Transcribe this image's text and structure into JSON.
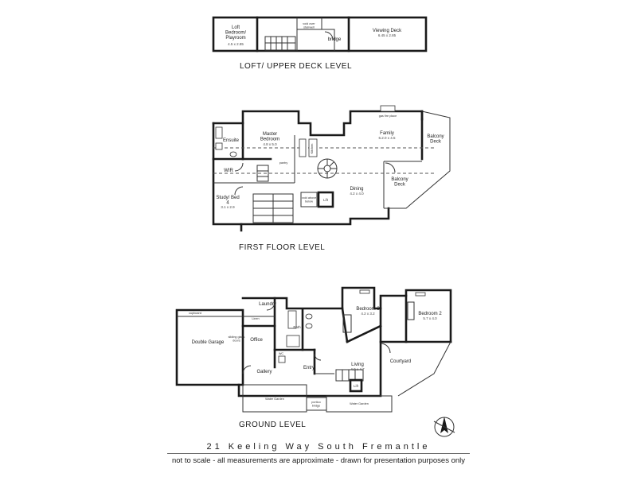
{
  "levels": {
    "loft": "LOFT/ UPPER DECK LEVEL",
    "first": "FIRST FLOOR LEVEL",
    "ground": "GROUND LEVEL"
  },
  "loft_rooms": {
    "loft_bedroom": "Loft Bedroom/ Playroom",
    "loft_bedroom_dim": "4.5 x 2.85",
    "storage": "void over stairwell",
    "bridge": "bridge",
    "viewing_deck": "Viewing Deck",
    "viewing_deck_dim": "6.45 x 2.85"
  },
  "first_rooms": {
    "ensuite": "Ensuite",
    "master": "Master Bedroom",
    "master_dim": "4.8 x 5.0",
    "kitchen": "Kitchen",
    "family": "Family",
    "family_dim": "6.2.0 x 4.5",
    "gas_fire": "gas fire place",
    "balcony_deck_1": "Balcony Deck",
    "wir": "WIR",
    "study": "Study/ Bed 4",
    "study_dim": "3.1 x 2.9",
    "dining": "Dining",
    "dining_dim": "4.2 x 4.0",
    "balcony_deck_2": "Balcony Deck",
    "lift": "Lift",
    "void": "void above below",
    "pantry": "pantry"
  },
  "ground_rooms": {
    "laundry": "Laundry",
    "cupboard": "cupboard",
    "double_garage": "Double Garage",
    "office": "Office",
    "sliding": "sliding glass doors",
    "linen": "Linen",
    "bath": "Bath",
    "wc": "WC",
    "bedroom_3": "Bedroom 3",
    "bedroom_3_dim": "4.2 x 3.2",
    "bedroom_2": "Bedroom 2",
    "bedroom_2_dim": "5.7 x 4.0",
    "gallery": "Gallery",
    "entry": "Entry",
    "living": "Living",
    "living_dim": "4.0 x 4.7",
    "courtyard": "Courtyard",
    "lift": "Lift",
    "water_garden_1": "Water Garden",
    "portico": "portico bridge",
    "water_garden_2": "Water Garden"
  },
  "address": "21 Keeling Way South Fremantle",
  "disclaimer": "not to scale - all measurements are approximate - drawn for presentation purposes only",
  "icons": {
    "compass": "north-arrow-icon"
  }
}
